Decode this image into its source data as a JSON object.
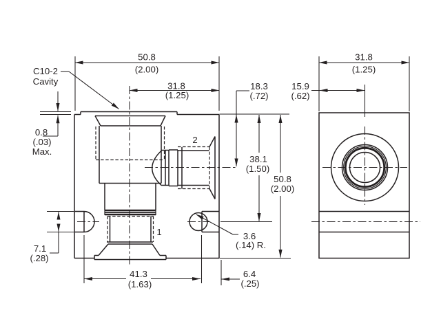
{
  "drawing": {
    "background": "#ffffff",
    "line_color": "#231f20",
    "labels": {
      "cavity_label_line1": "C10-2",
      "cavity_label_line2": "Cavity",
      "port1_label": "1",
      "port2_label": "2"
    },
    "dimensions": {
      "overall_width_front": {
        "mm": "50.8",
        "in": "(2.00)"
      },
      "port_center_from_right": {
        "mm": "31.8",
        "in": "(1.25)"
      },
      "port2_center_from_top": {
        "mm": "18.3",
        "in": "(.72)"
      },
      "side_view_width": {
        "mm": "31.8",
        "in": "(1.25)"
      },
      "side_center_offset": {
        "mm": "15.9",
        "in": "(.62)"
      },
      "flange_protrusion": {
        "mm": "0.8",
        "in": "(.03)",
        "suffix": "Max."
      },
      "slot_center_from_top": {
        "mm": "38.1",
        "in": "(1.50)"
      },
      "overall_height": {
        "mm": "50.8",
        "in": "(2.00)"
      },
      "slot_height": {
        "mm": "7.1",
        "in": "(.28)"
      },
      "slot_spacing": {
        "mm": "41.3",
        "in": "(1.63)"
      },
      "slot_edge_offset": {
        "mm": "6.4",
        "in": "(.25)"
      },
      "slot_radius": {
        "mm": "3.6",
        "in": "(.14) R."
      }
    }
  }
}
